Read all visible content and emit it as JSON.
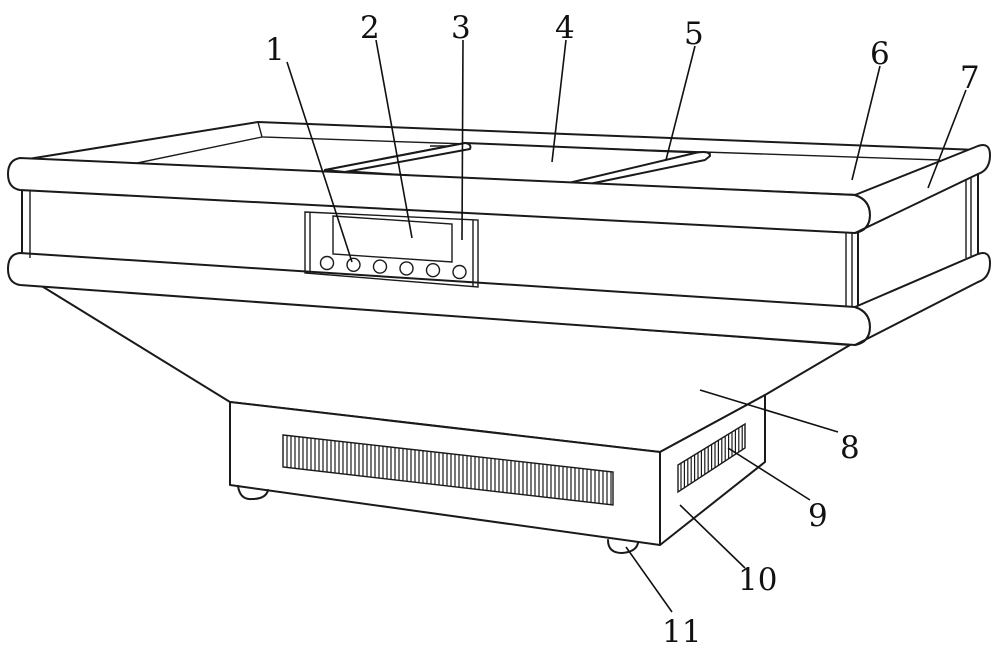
{
  "callouts": [
    {
      "id": "1",
      "label": "1",
      "part": "control-button"
    },
    {
      "id": "2",
      "label": "2",
      "part": "display-screen"
    },
    {
      "id": "3",
      "label": "3",
      "part": "control-panel"
    },
    {
      "id": "4",
      "label": "4",
      "part": "sliding-lid"
    },
    {
      "id": "5",
      "label": "5",
      "part": "lid-handle"
    },
    {
      "id": "6",
      "label": "6",
      "part": "top-rail"
    },
    {
      "id": "7",
      "label": "7",
      "part": "storage-tub"
    },
    {
      "id": "8",
      "label": "8",
      "part": "hopper-body"
    },
    {
      "id": "9",
      "label": "9",
      "part": "side-vent"
    },
    {
      "id": "10",
      "label": "10",
      "part": "base-cabinet"
    },
    {
      "id": "11",
      "label": "11",
      "part": "caster-wheel"
    }
  ],
  "control_buttons_count": 6,
  "colors": {
    "line": "#1a1a1a",
    "background": "#ffffff"
  }
}
